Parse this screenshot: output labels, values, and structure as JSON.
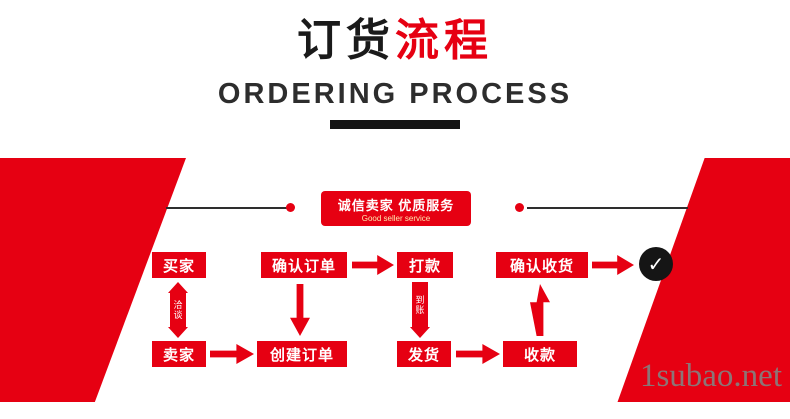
{
  "header": {
    "title_part1": "订货",
    "title_part2": "流程",
    "subtitle": "ORDERING PROCESS"
  },
  "banner": {
    "title": "诚信卖家 优质服务",
    "subtitle": "Good seller service"
  },
  "flow": {
    "buyer": "买家",
    "seller": "卖家",
    "confirm_order": "确认订单",
    "create_order": "创建订单",
    "pay": "打款",
    "ship": "发货",
    "collect": "收款",
    "confirm_receipt": "确认收货",
    "negotiate": "洽谈",
    "arrive": "到账",
    "check": "✓"
  },
  "watermark": "1subao.net",
  "colors": {
    "red": "#e60012",
    "dark": "#151515",
    "gray": "#8f8f8f"
  }
}
